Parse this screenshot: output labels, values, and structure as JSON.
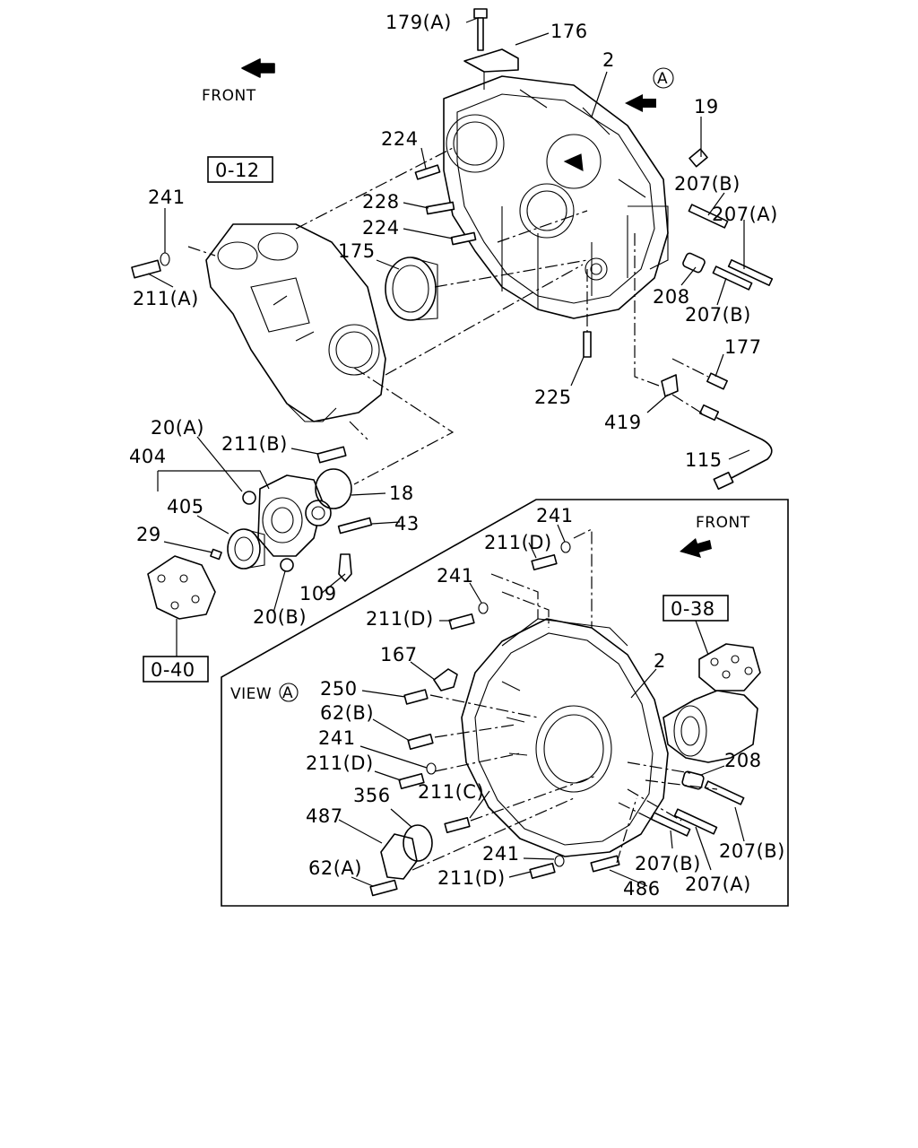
{
  "directions": {
    "front_top": "FRONT",
    "front_view": "FRONT"
  },
  "view_marker": "A",
  "view_title": "VIEW",
  "references": {
    "ref_0_12": "0-12",
    "ref_0_40": "0-40",
    "ref_0_38": "0-38"
  },
  "callouts_upper": {
    "c179a": "179(A)",
    "c176": "176",
    "c2": "2",
    "c19": "19",
    "c224a": "224",
    "c228": "228",
    "c224b": "224",
    "c175": "175",
    "c241": "241",
    "c211a": "211(A)",
    "c207b1": "207(B)",
    "c207a": "207(A)",
    "c208": "208",
    "c207b2": "207(B)",
    "c177": "177",
    "c225": "225",
    "c419": "419",
    "c115": "115",
    "c20a": "20(A)",
    "c211b": "211(B)",
    "c404": "404",
    "c405": "405",
    "c18": "18",
    "c43": "43",
    "c29": "29",
    "c109": "109",
    "c20b": "20(B)"
  },
  "callouts_view": {
    "v241a": "241",
    "v211d1": "211(D)",
    "v241b": "241",
    "v211d2": "211(D)",
    "v167": "167",
    "v2": "2",
    "v250": "250",
    "v62b": "62(B)",
    "v241c": "241",
    "v211d3": "211(D)",
    "v356": "356",
    "v211c": "211(C)",
    "v487": "487",
    "v208": "208",
    "v241d": "241",
    "v207b1": "207(B)",
    "v207b2": "207(B)",
    "v211d4": "211(D)",
    "v62a": "62(A)",
    "v486": "486",
    "v207a": "207(A)"
  }
}
